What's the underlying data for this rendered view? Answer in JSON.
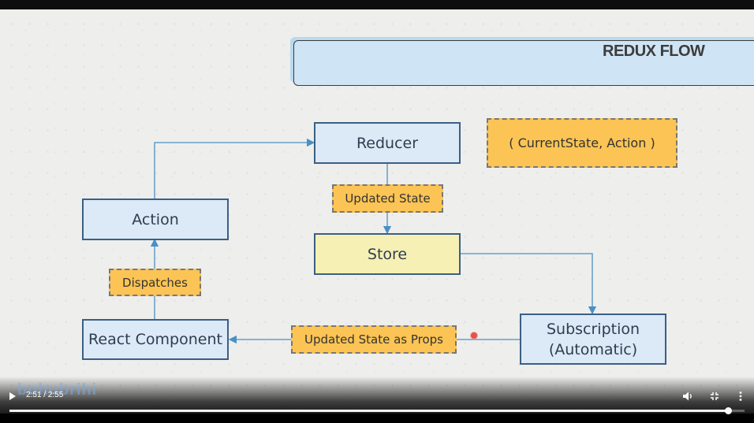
{
  "slide": {
    "title": "REDUX FLOW",
    "nodes": {
      "reducer": "Reducer",
      "action": "Action",
      "store": "Store",
      "react_component": "React Component",
      "subscription_line1": "Subscription",
      "subscription_line2": "(Automatic)"
    },
    "labels": {
      "updated_state": "Updated State",
      "dispatches": "Dispatches",
      "updated_state_as_props": "Updated State as Props",
      "reducer_signature": "( CurrentState, Action )"
    }
  },
  "player": {
    "time": "2:51 / 2:55",
    "progress_fraction": 0.977,
    "logo_text": "bohubrihi",
    "play_icon": "play-icon",
    "volume_icon": "volume-icon",
    "fullscreen_icon": "fullscreen-icon",
    "more_icon": "more-options-icon"
  },
  "colors": {
    "node_fill": "#dce9f6",
    "store_fill": "#f7f0b4",
    "label_fill": "#fbc454",
    "arrow": "#4a90c6"
  }
}
